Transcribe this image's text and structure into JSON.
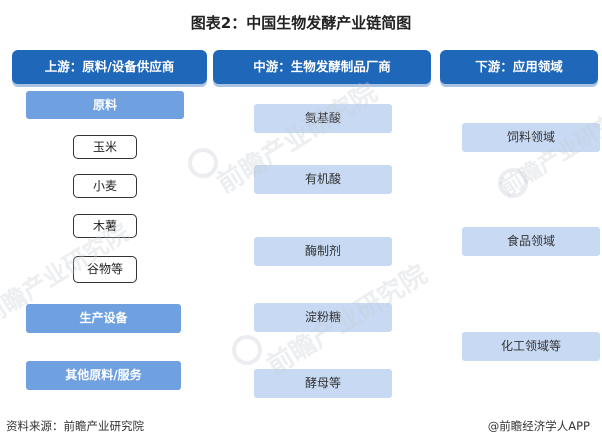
{
  "title": "图表2：中国生物发酵产业链简图",
  "columns": [
    {
      "header": "上游：原料/设备供应商"
    },
    {
      "header": "中游：生物发酵制品厂商"
    },
    {
      "header": "下游：应用领域"
    }
  ],
  "upstream": {
    "raw_materials": "原料",
    "items": [
      "玉米",
      "小麦",
      "木薯",
      "谷物等"
    ],
    "equipment": "生产设备",
    "other": "其他原料/服务"
  },
  "midstream": [
    "氨基酸",
    "有机酸",
    "酶制剂",
    "淀粉糖",
    "酵母等"
  ],
  "downstream": [
    "饲料领域",
    "食品领域",
    "化工领域等"
  ],
  "footer": {
    "source": "资料来源：前瞻产业研究院",
    "brand": "@前瞻经济学人APP"
  },
  "watermark": "前瞻产业研究院"
}
